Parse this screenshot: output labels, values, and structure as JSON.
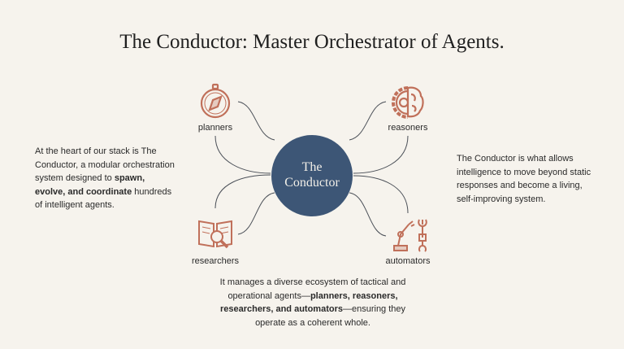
{
  "title": "The Conductor: Master Orchestrator of Agents.",
  "hub": {
    "line1": "The",
    "line2": "Conductor"
  },
  "nodes": {
    "planners": {
      "label": "planners",
      "icon": "compass-icon"
    },
    "reasoners": {
      "label": "reasoners",
      "icon": "brain-gear-icon"
    },
    "researchers": {
      "label": "researchers",
      "icon": "book-magnifier-icon"
    },
    "automators": {
      "label": "automators",
      "icon": "robot-arm-wrench-icon"
    }
  },
  "left_text": {
    "part1": "At the heart of our stack is The Conductor, a modular orchestration system designed to ",
    "bold": "spawn, evolve, and coordinate",
    "part2": " hundreds of intelligent agents."
  },
  "right_text": "The Conductor is what allows intelligence to move beyond static responses and become a living, self-improving system.",
  "bottom_text": {
    "part1": "It manages a diverse ecosystem of tactical and operational agents—",
    "bold": "planners, reasoners, researchers, and automators",
    "part2": "—ensuring they operate as a coherent whole."
  },
  "colors": {
    "background": "#f6f3ed",
    "hub": "#3d5676",
    "icon": "#c0705a",
    "line": "#4a4f57"
  }
}
